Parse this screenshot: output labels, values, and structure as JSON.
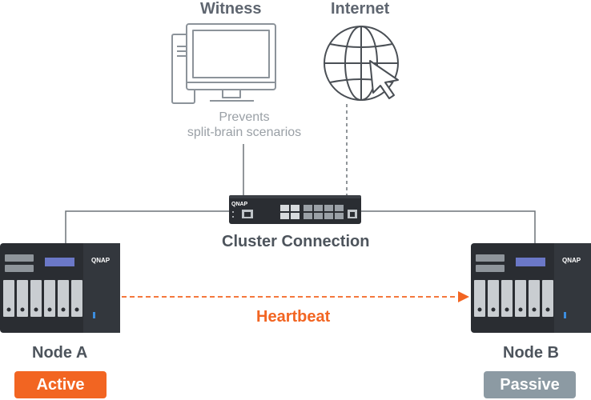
{
  "labels": {
    "witness": "Witness",
    "internet": "Internet",
    "witness_caption_line1": "Prevents",
    "witness_caption_line2": "split-brain scenarios",
    "cluster_connection": "Cluster Connection",
    "heartbeat": "Heartbeat",
    "node_a": "Node A",
    "node_b": "Node B",
    "brand_switch": "QNAP",
    "brand_nas": "QNAP"
  },
  "status": {
    "node_a": "Active",
    "node_b": "Passive"
  },
  "colors": {
    "active": "#f26522",
    "passive": "#8c9aa3",
    "heartbeat": "#f26522",
    "device_body": "#2a2d32",
    "line": "#6d7379"
  },
  "icons": {
    "witness": "desktop-computer-icon",
    "internet": "globe-cursor-icon",
    "switch": "network-switch-icon",
    "nas": "nas-device-icon"
  }
}
